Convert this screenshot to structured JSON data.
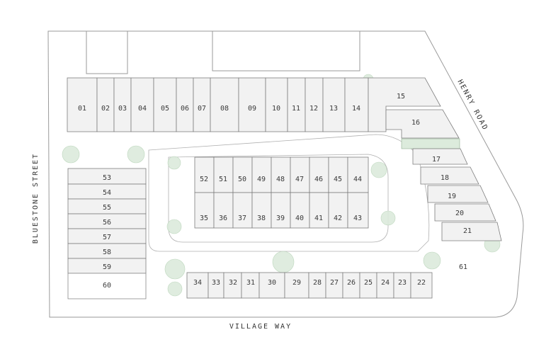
{
  "streets": {
    "bluestone": "BLUESTONE STREET",
    "henry": "HENRY ROAD",
    "village": "VILLAGE WAY"
  },
  "lots": {
    "l01": "01",
    "l02": "02",
    "l03": "03",
    "l04": "04",
    "l05": "05",
    "l06": "06",
    "l07": "07",
    "l08": "08",
    "l09": "09",
    "l10": "10",
    "l11": "11",
    "l12": "12",
    "l13": "13",
    "l14": "14",
    "l15": "15",
    "l16": "16",
    "l17": "17",
    "l18": "18",
    "l19": "19",
    "l20": "20",
    "l21": "21",
    "l22": "22",
    "l23": "23",
    "l24": "24",
    "l25": "25",
    "l26": "26",
    "l27": "27",
    "l28": "28",
    "l29": "29",
    "l30": "30",
    "l31": "31",
    "l32": "32",
    "l33": "33",
    "l34": "34",
    "l35": "35",
    "l36": "36",
    "l37": "37",
    "l38": "38",
    "l39": "39",
    "l40": "40",
    "l41": "41",
    "l42": "42",
    "l43": "43",
    "l44": "44",
    "l45": "45",
    "l46": "46",
    "l47": "47",
    "l48": "48",
    "l49": "49",
    "l50": "50",
    "l51": "51",
    "l52": "52",
    "l53": "53",
    "l54": "54",
    "l55": "55",
    "l56": "56",
    "l57": "57",
    "l58": "58",
    "l59": "59",
    "l60": "60",
    "l61": "61"
  }
}
